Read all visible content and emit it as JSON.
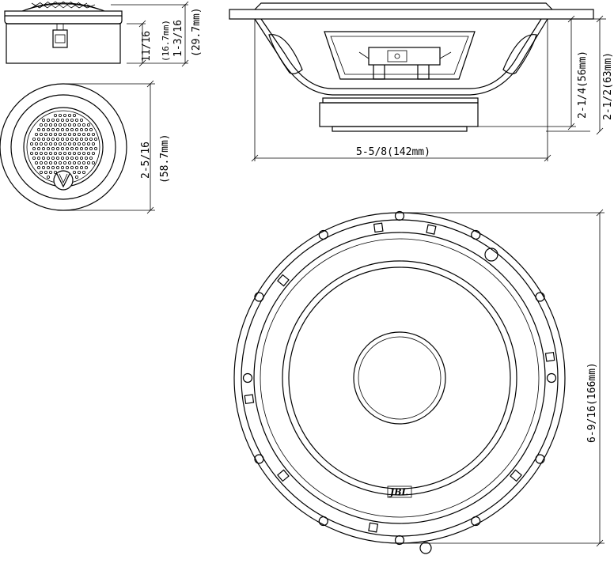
{
  "tweeter": {
    "side_height_in": "11/16",
    "side_height_mm": "(16.7mm)",
    "total_height_in": "1-3/16",
    "total_height_mm": "(29.7mm)",
    "diameter_in": "2-5/16",
    "diameter_mm": "(58.7mm)"
  },
  "woofer_side": {
    "depth1": "2-1/4(56mm)",
    "depth2": "2-1/2(63mm)",
    "diameter": "5-5/8(142mm)"
  },
  "woofer_front": {
    "outer_diameter": "6-9/16(166mm)",
    "logo": "JBL"
  }
}
